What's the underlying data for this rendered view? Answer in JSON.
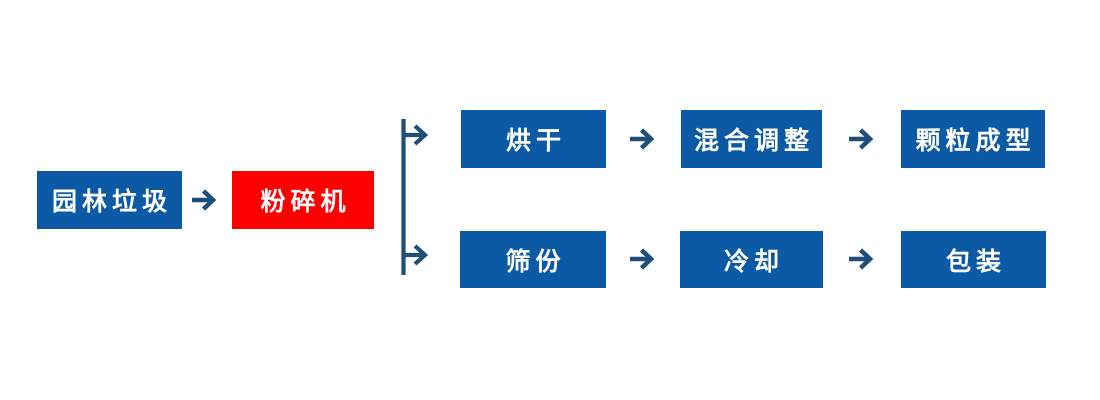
{
  "diagram": {
    "type": "flowchart",
    "title": "",
    "nodes": {
      "garden_waste": "园林垃圾",
      "crusher": "粉碎机",
      "drying": "烘干",
      "mixing_adjustment": "混合调整",
      "pellet_forming": "颗粒成型",
      "sieving": "筛份",
      "cooling": "冷却",
      "packing": "包装"
    },
    "flow": {
      "main_sequence": [
        "garden_waste",
        "crusher"
      ],
      "branch_top_sequence": [
        "drying",
        "mixing_adjustment",
        "pellet_forming"
      ],
      "branch_bottom_sequence": [
        "sieving",
        "cooling",
        "packing"
      ]
    },
    "colors": {
      "node_blue": "#0C5AA6",
      "node_red": "#FE0000",
      "connector_navy": "#1F4E79",
      "node_text": "#FFFFFF",
      "background": "#FFFFFF"
    }
  }
}
